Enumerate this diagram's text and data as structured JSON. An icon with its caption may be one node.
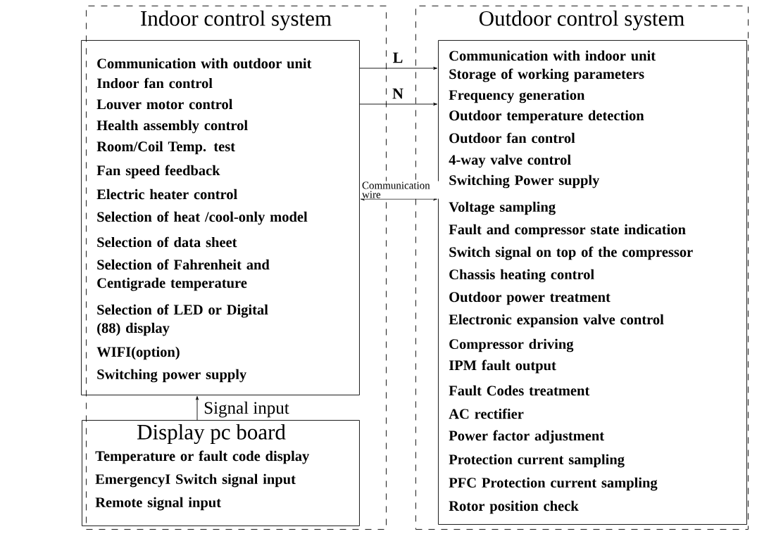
{
  "diagram": {
    "nodes": [
      {
        "text": [
          "Indoor control system"
        ]
      },
      {
        "text": [
          "Communication with outdoor unit",
          "Indoor fan control",
          "Louver motor control",
          "Health assembly control",
          "Room/Coil Temp. test",
          "Fan speed feedback",
          "Electric heater control",
          "Selection of heat /cool-only model",
          "Selection of data sheet",
          "Selection of Fahrenheit and Centigrade temperature",
          "Selection of LED or Digital (88) display",
          "WIFI(option)",
          "Switching power supply"
        ],
        "in": 0
      },
      {
        "text": [
          "Display pc board",
          "Temperature or fault code display",
          "EmergencyI Switch signal input",
          "Remote signal input"
        ],
        "in": 0
      },
      {
        "text": [
          "Outdoor control system"
        ]
      },
      {
        "text": [
          "Communication with indoor unit",
          "Storage of working parameters",
          "Frequency generation",
          "Outdoor temperature detection",
          "Outdoor fan control",
          "4-way valve control",
          "Switching Power supply",
          "Voltage sampling",
          "Fault and compressor state indication",
          "Switch signal on top of the compressor",
          "Chassis heating control",
          "Outdoor power treatment",
          "Electronic expansion valve control",
          "Compressor driving",
          "IPM fault output",
          "Fault Codes treatment",
          "AC rectifier",
          "Power factor adjustment",
          "Protection current sampling",
          "PFC Protection current sampling",
          "Rotor position check"
        ],
        "in": 3
      }
    ],
    "edges": [
      {
        "from": 1,
        "to": 4,
        "arrow": "to",
        "label": "L"
      },
      {
        "from": 1,
        "to": 4,
        "arrow": "to",
        "label": "N"
      },
      {
        "from": 1,
        "to": 4,
        "arrow": "both",
        "label": "Communication wire"
      },
      {
        "from": 2,
        "to": 1,
        "arrow": "to",
        "label": "Signal input"
      }
    ]
  }
}
